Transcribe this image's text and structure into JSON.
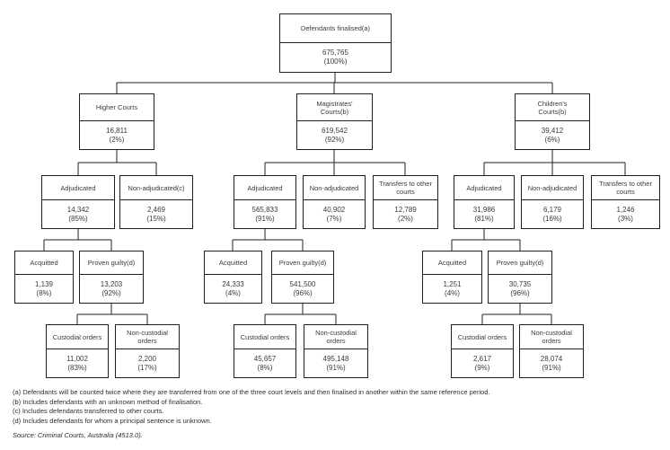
{
  "tree": {
    "root": {
      "label": "Defendants finalised(a)",
      "value": "675,765",
      "pct": "(100%)"
    },
    "branches": [
      {
        "court": {
          "label": "Higher Courts",
          "value": "16,811",
          "pct": "(2%)"
        },
        "outcomes": [
          {
            "label": "Adjudicated",
            "value": "14,342",
            "pct": "(85%)"
          },
          {
            "label": "Non-adjudicated(c)",
            "value": "2,469",
            "pct": "(15%)"
          }
        ],
        "verdicts": [
          {
            "label": "Acquitted",
            "value": "1,139",
            "pct": "(8%)"
          },
          {
            "label": "Proven guilty(d)",
            "value": "13,203",
            "pct": "(92%)"
          }
        ],
        "sentences": [
          {
            "label": "Custodial orders",
            "value": "11,002",
            "pct": "(83%)"
          },
          {
            "label": "Non-custodial orders",
            "value": "2,200",
            "pct": "(17%)"
          }
        ]
      },
      {
        "court": {
          "label": "Magistrates' Courts(b)",
          "value": "619,542",
          "pct": "(92%)"
        },
        "outcomes": [
          {
            "label": "Adjudicated",
            "value": "565,833",
            "pct": "(91%)"
          },
          {
            "label": "Non-adjudicated",
            "value": "40,902",
            "pct": "(7%)"
          },
          {
            "label": "Transfers to other courts",
            "value": "12,789",
            "pct": "(2%)"
          }
        ],
        "verdicts": [
          {
            "label": "Acquitted",
            "value": "24,333",
            "pct": "(4%)"
          },
          {
            "label": "Proven guilty(d)",
            "value": "541,500",
            "pct": "(96%)"
          }
        ],
        "sentences": [
          {
            "label": "Custodial orders",
            "value": "45,657",
            "pct": "(8%)"
          },
          {
            "label": "Non-custodial orders",
            "value": "495,148",
            "pct": "(91%)"
          }
        ]
      },
      {
        "court": {
          "label": "Children's Courts(b)",
          "value": "39,412",
          "pct": "(6%)"
        },
        "outcomes": [
          {
            "label": "Adjudicated",
            "value": "31,986",
            "pct": "(81%)"
          },
          {
            "label": "Non-adjudicated",
            "value": "6,179",
            "pct": "(16%)"
          },
          {
            "label": "Transfers to other courts",
            "value": "1,246",
            "pct": "(3%)"
          }
        ],
        "verdicts": [
          {
            "label": "Acquitted",
            "value": "1,251",
            "pct": "(4%)"
          },
          {
            "label": "Proven guilty(d)",
            "value": "30,735",
            "pct": "(96%)"
          }
        ],
        "sentences": [
          {
            "label": "Custodial orders",
            "value": "2,617",
            "pct": "(9%)"
          },
          {
            "label": "Non-custodial orders",
            "value": "28,074",
            "pct": "(91%)"
          }
        ]
      }
    ]
  },
  "footnotes": [
    "(a) Defendants will be counted twice where they are transferred from one of the three court levels and then finalised in another within the same reference period.",
    "(b) Includes defendants with an unknown method of finalisation.",
    "(c) Includes defendants transferred to other courts.",
    "(d) Includes defendants for whom a principal sentence is unknown."
  ],
  "source": "Source: Criminal Courts, Australia (4513.0)."
}
